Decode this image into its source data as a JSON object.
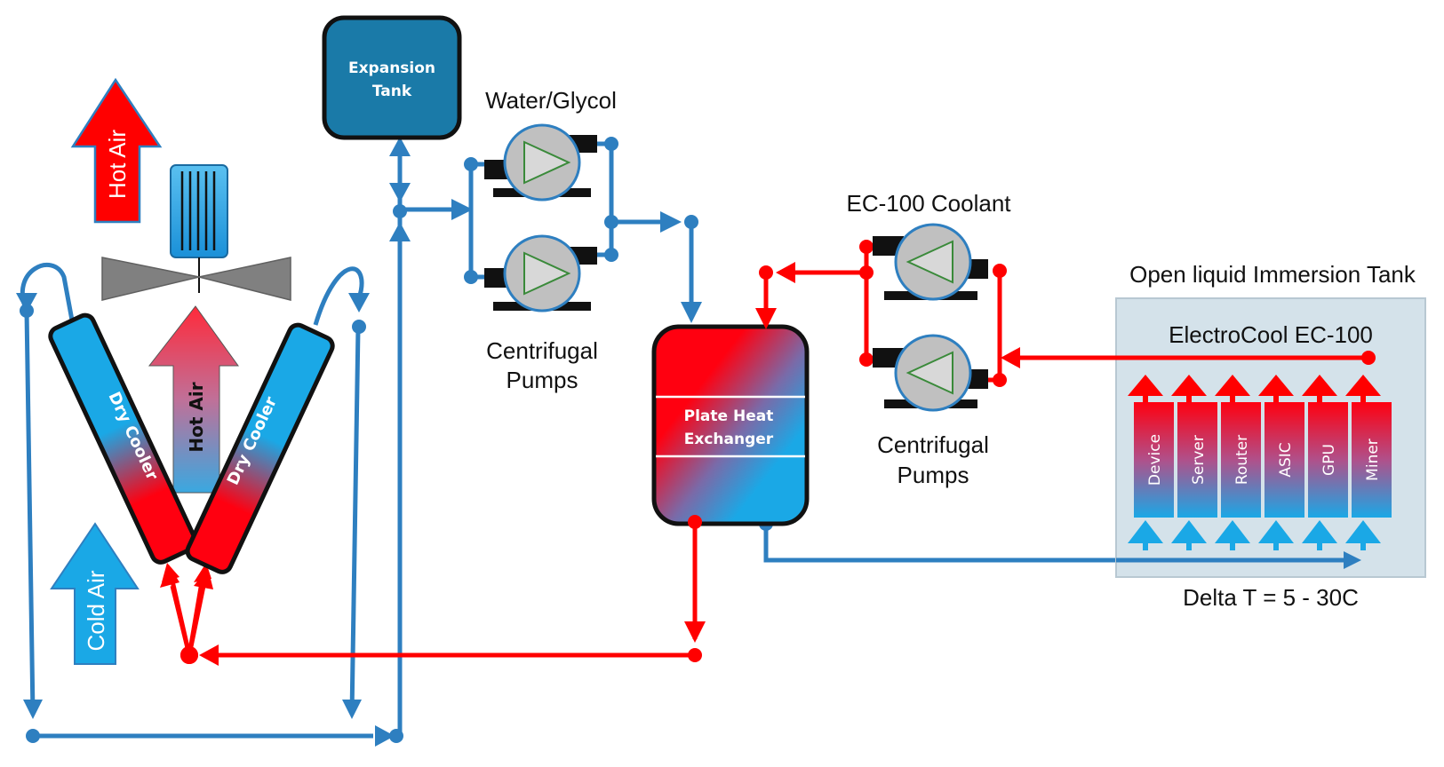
{
  "labels": {
    "expansion_tank_line1": "Expansion",
    "expansion_tank_line2": "Tank",
    "water_glycol": "Water/Glycol",
    "centrifugal_pumps_top_1": "Centrifugal",
    "centrifugal_pumps_top_2": "Pumps",
    "ec100_coolant": "EC-100 Coolant",
    "centrifugal_pumps_right_1": "Centrifugal",
    "centrifugal_pumps_right_2": "Pumps",
    "open_tank_title": "Open liquid Immersion Tank",
    "electrocool": "ElectroCool EC-100",
    "delta_t": "Delta T = 5 - 30C",
    "plate_hx_line1": "Plate Heat",
    "plate_hx_line2": "Exchanger",
    "hot_air_top": "Hot Air",
    "hot_air_center": "Hot Air",
    "cold_air": "Cold Air",
    "dry_cooler_left": "Dry Cooler",
    "dry_cooler_right": "Dry Cooler"
  },
  "devices": [
    "Device",
    "Server",
    "Router",
    "ASIC",
    "GPU",
    "Miner"
  ],
  "colors": {
    "hot": "#ff0000",
    "cold_pipe": "#2e7fc0",
    "cool_fill": "#1aa8e6",
    "tank": "#1a7aa8",
    "grey": "#808080"
  }
}
